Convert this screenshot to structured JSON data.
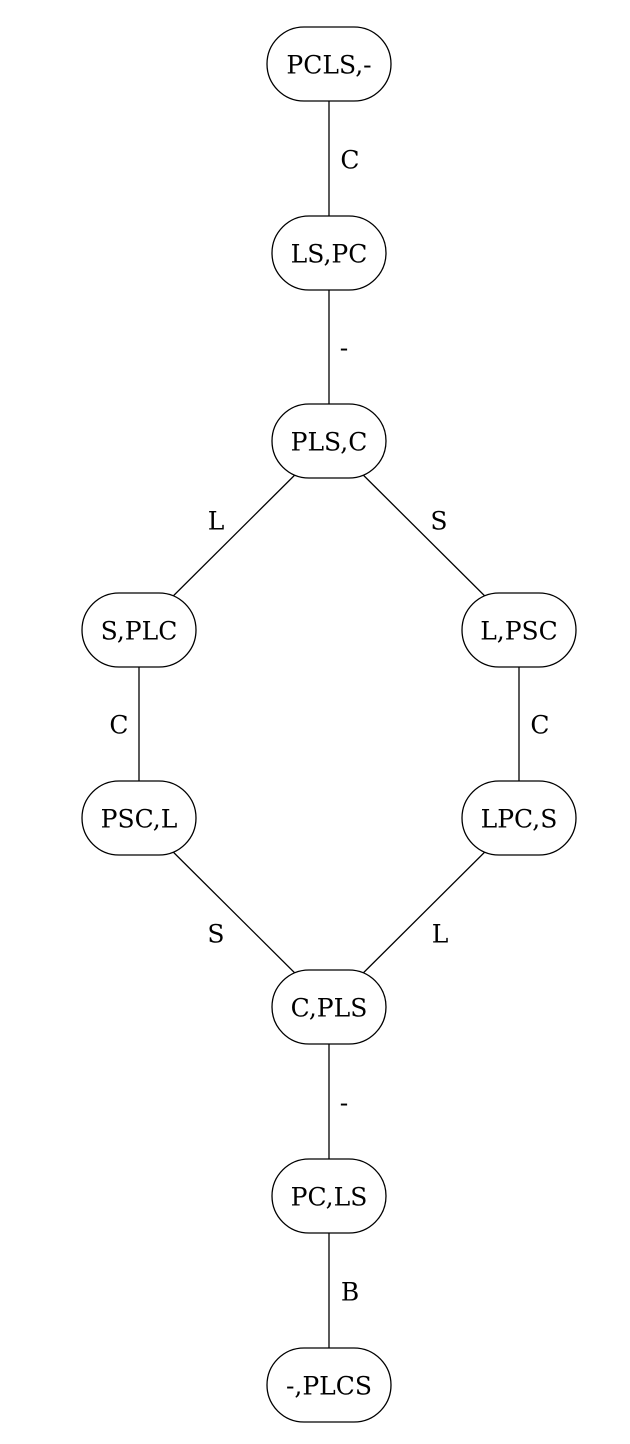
{
  "nodes": [
    {
      "id": "n1",
      "label": "PCLS,-"
    },
    {
      "id": "n2",
      "label": "LS,PC"
    },
    {
      "id": "n3",
      "label": "PLS,C"
    },
    {
      "id": "n4",
      "label": "S,PLC"
    },
    {
      "id": "n5",
      "label": "L,PSC"
    },
    {
      "id": "n6",
      "label": "PSC,L"
    },
    {
      "id": "n7",
      "label": "LPC,S"
    },
    {
      "id": "n8",
      "label": "C,PLS"
    },
    {
      "id": "n9",
      "label": "PC,LS"
    },
    {
      "id": "n10",
      "label": "-,PLCS"
    }
  ],
  "edges": [
    {
      "id": "e1",
      "from": "n1",
      "to": "n2",
      "label": "C"
    },
    {
      "id": "e2",
      "from": "n2",
      "to": "n3",
      "label": "-"
    },
    {
      "id": "e3",
      "from": "n3",
      "to": "n4",
      "label": "L"
    },
    {
      "id": "e4",
      "from": "n3",
      "to": "n5",
      "label": "S"
    },
    {
      "id": "e5",
      "from": "n4",
      "to": "n6",
      "label": "C"
    },
    {
      "id": "e6",
      "from": "n5",
      "to": "n7",
      "label": "C"
    },
    {
      "id": "e7",
      "from": "n6",
      "to": "n8",
      "label": "S"
    },
    {
      "id": "e8",
      "from": "n7",
      "to": "n8",
      "label": "L"
    },
    {
      "id": "e9",
      "from": "n8",
      "to": "n9",
      "label": "-"
    },
    {
      "id": "e10",
      "from": "n9",
      "to": "n10",
      "label": "B"
    }
  ]
}
